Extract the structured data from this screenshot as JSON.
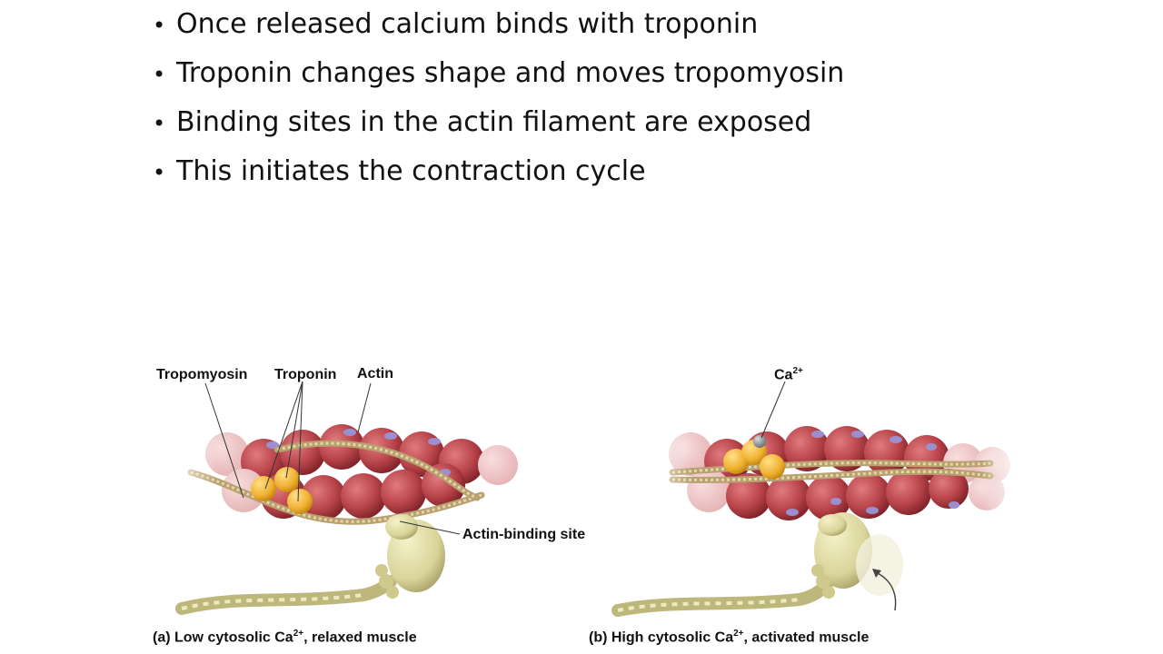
{
  "bullets": [
    "Once released calcium binds with troponin",
    "Troponin changes shape and moves tropomyosin",
    "Binding sites in the actin filament are exposed",
    "This initiates the contraction cycle"
  ],
  "bullet_glyph": "•",
  "panel_a": {
    "label_tropomyosin": "Tropomyosin",
    "label_troponin": "Troponin",
    "label_actin": "Actin",
    "label_binding_site": "Actin-binding site",
    "caption_prefix": "(a) Low cytosolic Ca",
    "caption_sup": "2+",
    "caption_suffix": ", relaxed muscle"
  },
  "panel_b": {
    "label_ca_base": "Ca",
    "label_ca_sup": "2+",
    "caption_prefix": "(b) High cytosolic Ca",
    "caption_sup": "2+",
    "caption_suffix": ", activated muscle"
  },
  "colors": {
    "actin": "#b8444a",
    "actin_site": "#9b8fd0",
    "tropomyosin": "#cdb98a",
    "troponin": "#f0b030",
    "myosin": "#d9d49a",
    "calcium": "#8a8f95"
  }
}
